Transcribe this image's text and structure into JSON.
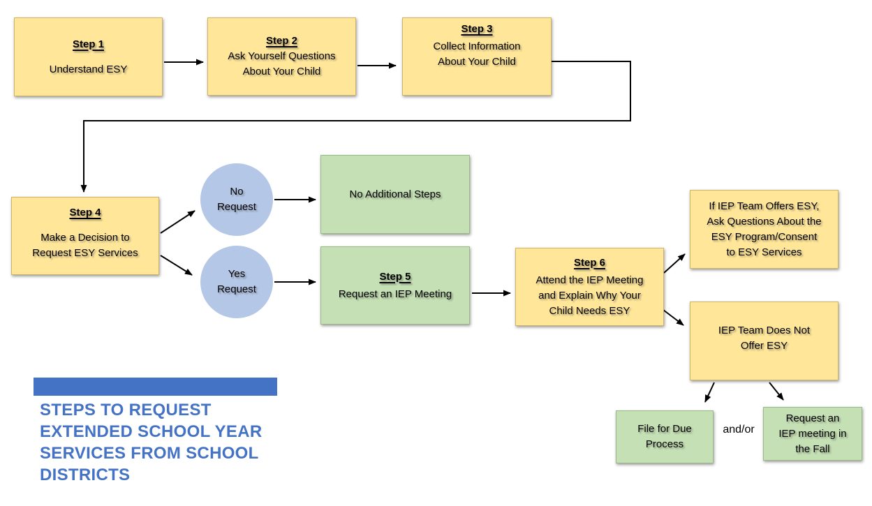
{
  "palette": {
    "box_yellow": "#FFE699",
    "box_green": "#C5E0B4",
    "circle_blue": "#B4C7E7",
    "accent_blue": "#4472C4",
    "arrow_black": "#000000"
  },
  "title": {
    "lines": [
      "STEPS TO REQUEST",
      "EXTENDED SCHOOL YEAR",
      "SERVICES FROM SCHOOL",
      "DISTRICTS"
    ]
  },
  "and_or_label": "and/or",
  "nodes": {
    "step1": {
      "header": "Step 1",
      "lines": [
        "Understand ESY"
      ]
    },
    "step2": {
      "header": "Step 2",
      "lines": [
        "Ask Yourself Questions",
        "About Your Child"
      ]
    },
    "step3": {
      "header": "Step 3",
      "lines": [
        "Collect Information",
        "About Your Child"
      ]
    },
    "step4": {
      "header": "Step 4",
      "lines": [
        "Make a Decision to",
        "Request ESY Services"
      ]
    },
    "no_request": {
      "lines": [
        "No",
        "Request"
      ]
    },
    "yes_request": {
      "lines": [
        "Yes",
        "Request"
      ]
    },
    "no_additional": {
      "lines": [
        "No Additional Steps"
      ]
    },
    "step5": {
      "header": "Step 5",
      "lines": [
        "Request an IEP Meeting"
      ]
    },
    "step6": {
      "header": "Step 6",
      "lines": [
        "Attend the IEP Meeting",
        "and Explain Why Your",
        "Child Needs ESY"
      ]
    },
    "offers_esy": {
      "lines": [
        "If IEP Team Offers ESY,",
        "Ask Questions About the",
        "ESY Program/Consent",
        "to ESY Services"
      ]
    },
    "not_offer_esy": {
      "lines": [
        "IEP Team Does Not",
        "Offer ESY"
      ]
    },
    "due_process": {
      "lines": [
        "File for Due",
        "Process"
      ]
    },
    "fall_meeting": {
      "lines": [
        "Request an",
        "IEP meeting in",
        "the Fall"
      ]
    }
  }
}
